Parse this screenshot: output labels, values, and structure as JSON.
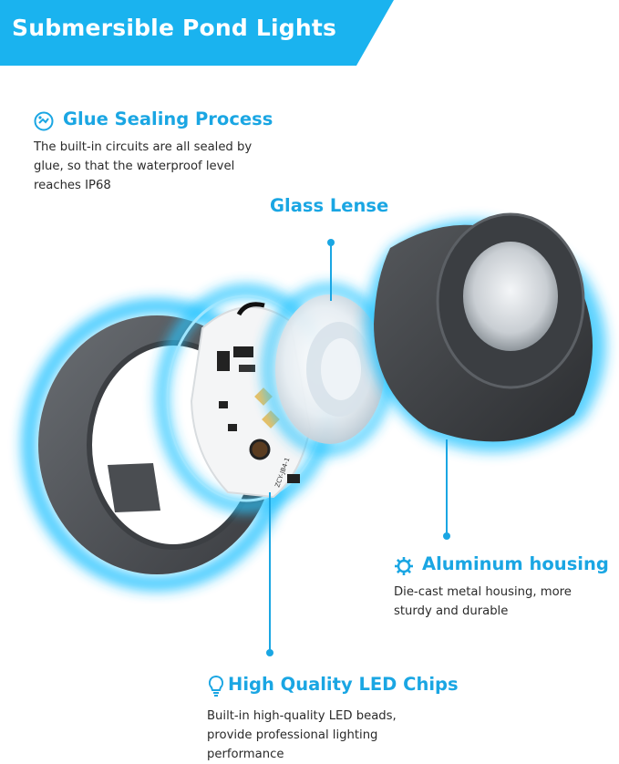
{
  "banner": {
    "title": "Submersible Pond Lights",
    "color": "#1ab3ef"
  },
  "accent_color": "#1aa6e3",
  "features": {
    "glue": {
      "title": "Glue Sealing Process",
      "description": "The built-in circuits are all sealed by glue, so that the waterproof level reaches IP68",
      "icon": "seal-icon"
    },
    "glass": {
      "title": "Glass Lense"
    },
    "aluminum": {
      "title": "Aluminum housing",
      "description": "Die-cast metal housing, more sturdy and durable",
      "icon": "gear-icon"
    },
    "led": {
      "title": "High Quality LED Chips",
      "description": "Built-in high-quality LED beads, provide professional lighting performance",
      "icon": "lightbulb-icon"
    }
  },
  "pcb": {
    "label": "ZCY-JB4-1"
  }
}
